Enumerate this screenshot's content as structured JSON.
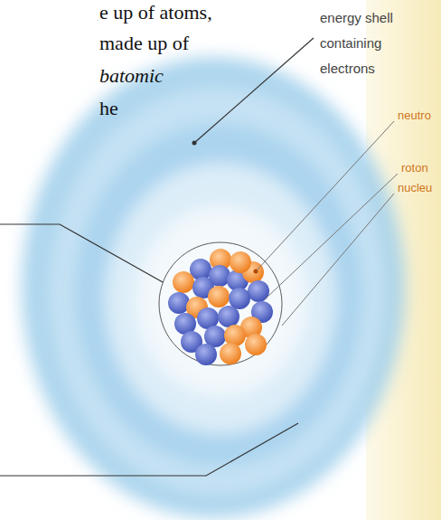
{
  "diagram": {
    "labels": [
      "e up of atoms,",
      "made up of",
      "batomic",
      "he",
      "energy shell containing electrons",
      "neutro",
      "roton",
      "nucleu"
    ]
  }
}
